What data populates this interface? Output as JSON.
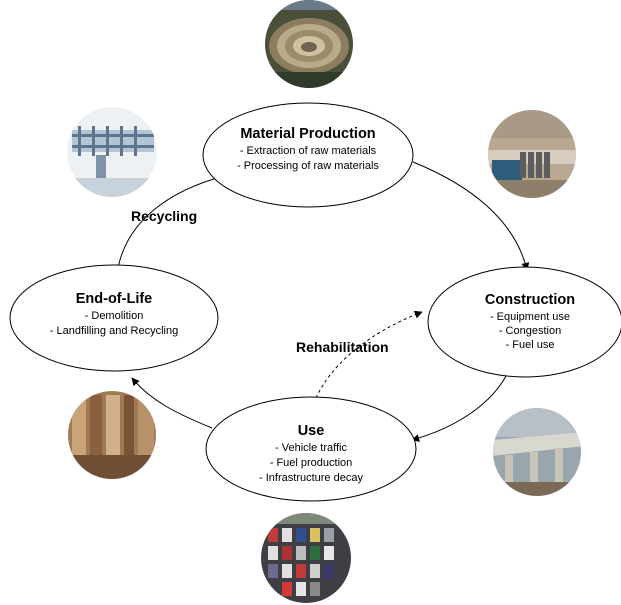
{
  "stages": {
    "material_production": {
      "title": "Material Production",
      "items": [
        "- Extraction of raw materials",
        "- Processing of raw materials"
      ]
    },
    "construction": {
      "title": "Construction",
      "items": [
        "- Equipment use",
        "- Congestion",
        "- Fuel use"
      ]
    },
    "use": {
      "title": "Use",
      "items": [
        "- Vehicle traffic",
        "- Fuel production",
        "- Infrastructure decay"
      ]
    },
    "end_of_life": {
      "title": "End-of-Life",
      "items": [
        "- Demolition",
        "- Landfilling and Recycling"
      ]
    }
  },
  "edges": {
    "recycling": "Recycling",
    "rehabilitation": "Rehabilitation"
  },
  "photos": {
    "material_production": "open-pit-mine-photo",
    "construction": "dam-construction-photo",
    "use_construction": "bridge-construction-photo",
    "use": "traffic-jam-photo",
    "end_of_life": "demolition-rubble-photo",
    "recycling": "steel-frame-structure-photo"
  }
}
